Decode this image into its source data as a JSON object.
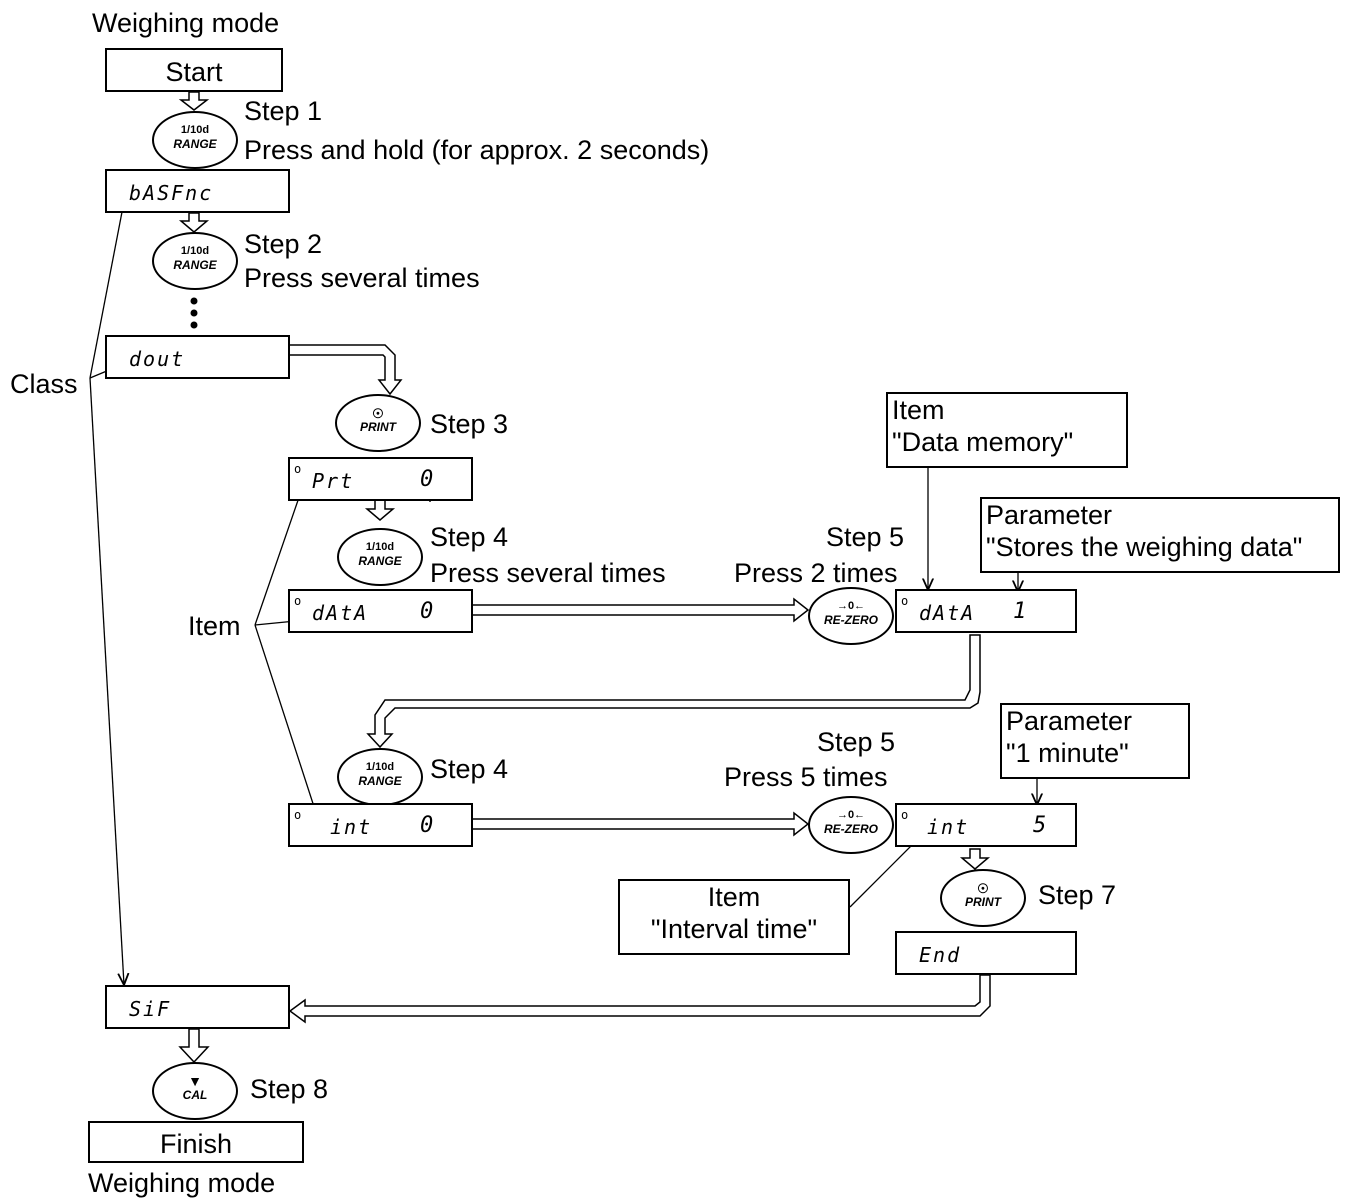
{
  "start": {
    "mode": "Weighing mode",
    "box": "Start"
  },
  "finish": {
    "box": "Finish",
    "mode": "Weighing mode"
  },
  "steps": {
    "s1": "Step 1",
    "s1_desc": "Press and hold (for approx. 2 seconds)",
    "s2": "Step 2",
    "s2_desc": "Press several times",
    "s3": "Step 3",
    "s4a": "Step 4",
    "s4a_desc": "Press several times",
    "s4b": "Step 4",
    "s5a": "Step 5",
    "s5a_desc": "Press 2 times",
    "s5b": "Step 5",
    "s5b_desc": "Press 5 times",
    "s7": "Step 7",
    "s8": "Step 8"
  },
  "keys": {
    "range_top": "1/10d",
    "range_bottom": "RANGE",
    "print_top": "☉",
    "print_bottom": "PRINT",
    "rezero_top": "→0←",
    "rezero_bottom": "RE-ZERO",
    "cal_top": "▼",
    "cal_bottom": "CAL"
  },
  "displays": {
    "basfnc": "bASFnc",
    "dout": "dout",
    "prt": "Prt",
    "prt_val": "0",
    "data0": "dAtA",
    "data0_val": "0",
    "data1": "dAtA",
    "data1_val": "1",
    "int0": "int",
    "int0_val": "0",
    "int5": "int",
    "int5_val": "5",
    "end": "End",
    "sif": "SiF"
  },
  "labels": {
    "class": "Class",
    "item": "Item"
  },
  "callouts": {
    "data_memory": [
      "Item",
      "\"Data memory\""
    ],
    "stores": [
      "Parameter",
      "\"Stores the weighing data\""
    ],
    "one_minute": [
      "Parameter",
      "\"1 minute\""
    ],
    "interval": [
      "Item",
      "\"Interval time\""
    ]
  }
}
